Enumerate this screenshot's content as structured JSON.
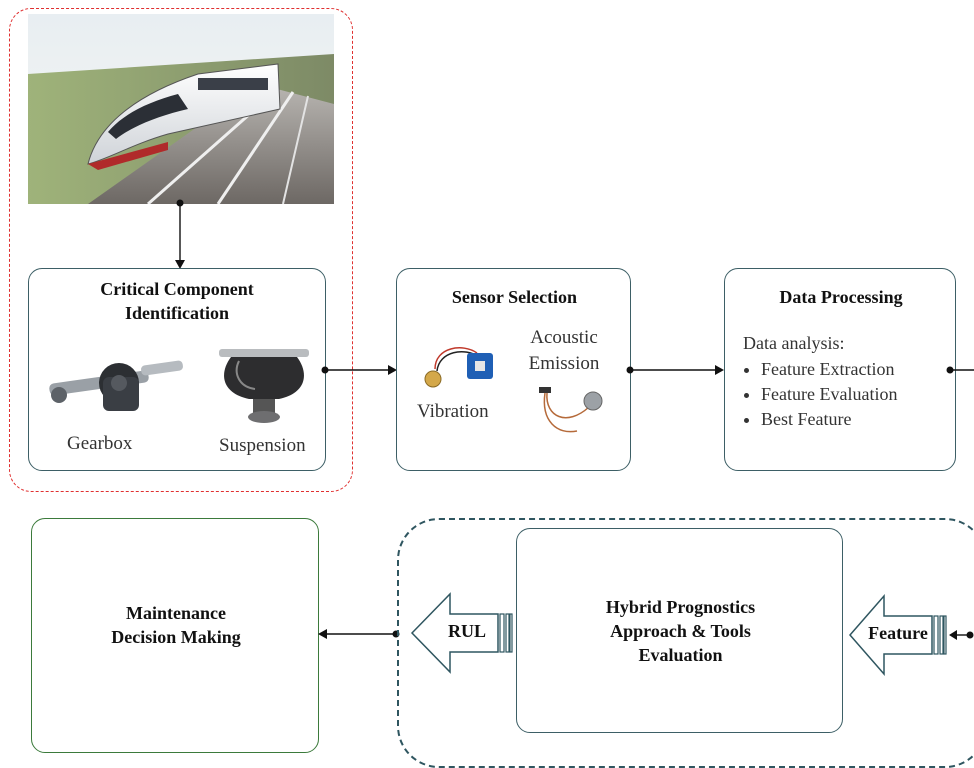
{
  "components_box": {
    "title": "Critical Component Identification",
    "gearbox_label": "Gearbox",
    "suspension_label": "Suspension"
  },
  "sensor_box": {
    "title": "Sensor Selection",
    "vibration_label": "Vibration",
    "acoustic_label": "Acoustic Emission"
  },
  "data_box": {
    "title": "Data Processing",
    "intro": "Data analysis:",
    "items": [
      "Feature Extraction",
      "Feature Evaluation",
      "Best Feature"
    ]
  },
  "maintenance_box": {
    "title": "Maintenance Decision Making"
  },
  "prognostics_box": {
    "title": "Hybrid Prognostics Approach & Tools Evaluation"
  },
  "arrows": {
    "rul_label": "RUL",
    "feature_label": "Feature"
  },
  "colors": {
    "red_dashed": "#e03030",
    "teal_border": "#3d5f66",
    "green_border": "#3b7a3b",
    "dashed_group": "#2f5660"
  }
}
